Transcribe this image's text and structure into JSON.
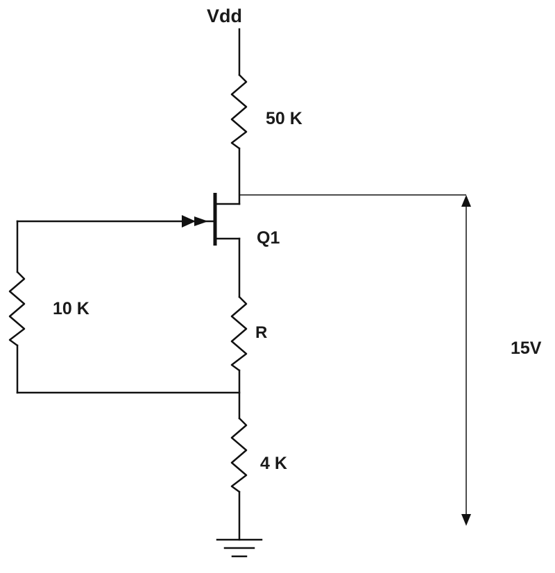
{
  "labels": {
    "supply": "Vdd",
    "drain_resistor": "50 K",
    "transistor": "Q1",
    "gate_resistor": "10 K",
    "source_resistor": "R",
    "lower_resistor": "4 K",
    "voltage": "15V"
  }
}
